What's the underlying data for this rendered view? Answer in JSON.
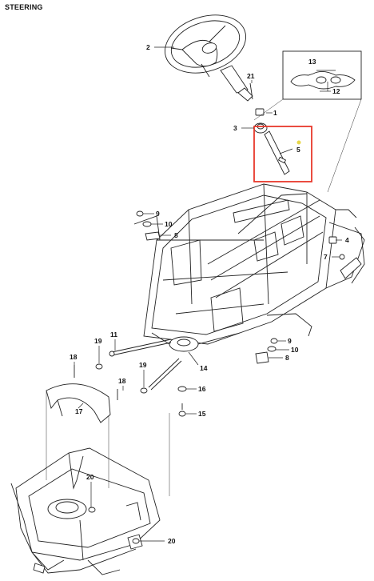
{
  "page": {
    "title": "STEERING"
  },
  "highlight": {
    "color": "#e8392b",
    "dot_color": "#e8d84a"
  },
  "callouts": [
    {
      "id": "c1",
      "label": "1"
    },
    {
      "id": "c2",
      "label": "2"
    },
    {
      "id": "c3",
      "label": "3"
    },
    {
      "id": "c4",
      "label": "4"
    },
    {
      "id": "c5",
      "label": "5"
    },
    {
      "id": "c7",
      "label": "7"
    },
    {
      "id": "c8a",
      "label": "8"
    },
    {
      "id": "c8b",
      "label": "8"
    },
    {
      "id": "c9a",
      "label": "9"
    },
    {
      "id": "c9b",
      "label": "9"
    },
    {
      "id": "c10a",
      "label": "10"
    },
    {
      "id": "c10b",
      "label": "10"
    },
    {
      "id": "c11",
      "label": "11"
    },
    {
      "id": "c12",
      "label": "12"
    },
    {
      "id": "c13",
      "label": "13"
    },
    {
      "id": "c14",
      "label": "14"
    },
    {
      "id": "c15",
      "label": "15"
    },
    {
      "id": "c16",
      "label": "16"
    },
    {
      "id": "c17",
      "label": "17"
    },
    {
      "id": "c18a",
      "label": "18"
    },
    {
      "id": "c18b",
      "label": "18"
    },
    {
      "id": "c19a",
      "label": "19"
    },
    {
      "id": "c19b",
      "label": "19"
    },
    {
      "id": "c20a",
      "label": "20"
    },
    {
      "id": "c20b",
      "label": "20"
    },
    {
      "id": "c21",
      "label": "21"
    }
  ]
}
